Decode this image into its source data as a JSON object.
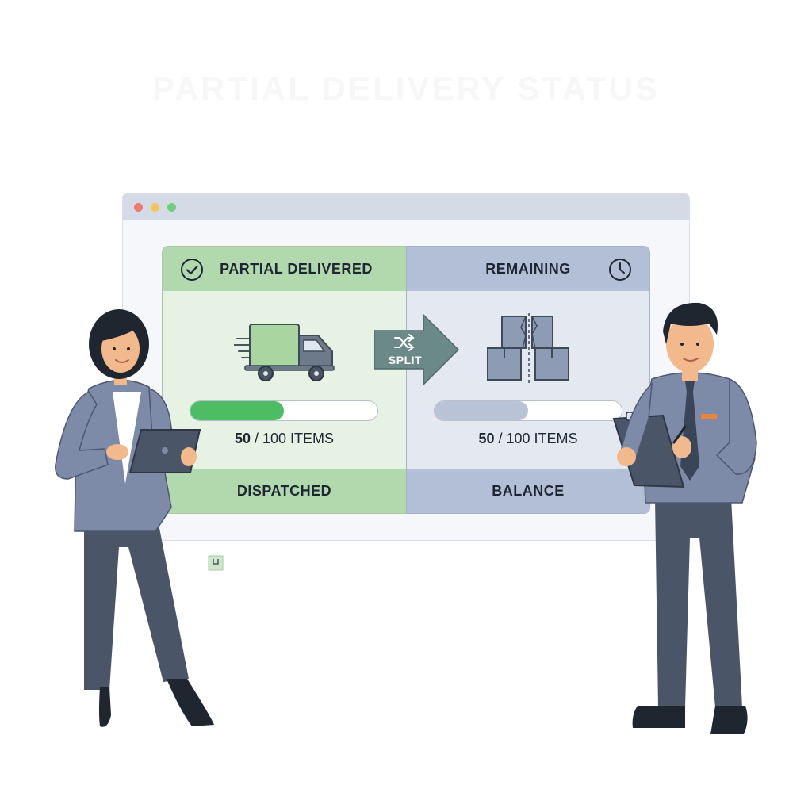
{
  "headline": "PARTIAL DELIVERY STATUS",
  "colors": {
    "delivered_bg": "#e6f3e4",
    "delivered_header": "#b2d9ad",
    "progress_green": "#4dbd63",
    "remaining_bg": "#e4e8f1",
    "remaining_header": "#b3bfd6",
    "progress_gray": "#b9c3d6",
    "split_arrow": "#6b8a87"
  },
  "delivered": {
    "title": "PARTIAL DELIVERED",
    "icon": "check-circle-icon",
    "illustration": "delivery-truck-icon",
    "count": "50",
    "count_suffix": " / 100 ITEMS",
    "progress_fraction": 0.5,
    "footer": "DISPATCHED"
  },
  "split": {
    "label": "SPLIT",
    "icon": "shuffle-icon"
  },
  "remaining": {
    "title": "REMAINING",
    "icon": "clock-icon",
    "illustration": "split-boxes-icon",
    "count": "50",
    "count_suffix": " / 100 ITEMS",
    "progress_fraction": 0.5,
    "footer": "BALANCE"
  }
}
